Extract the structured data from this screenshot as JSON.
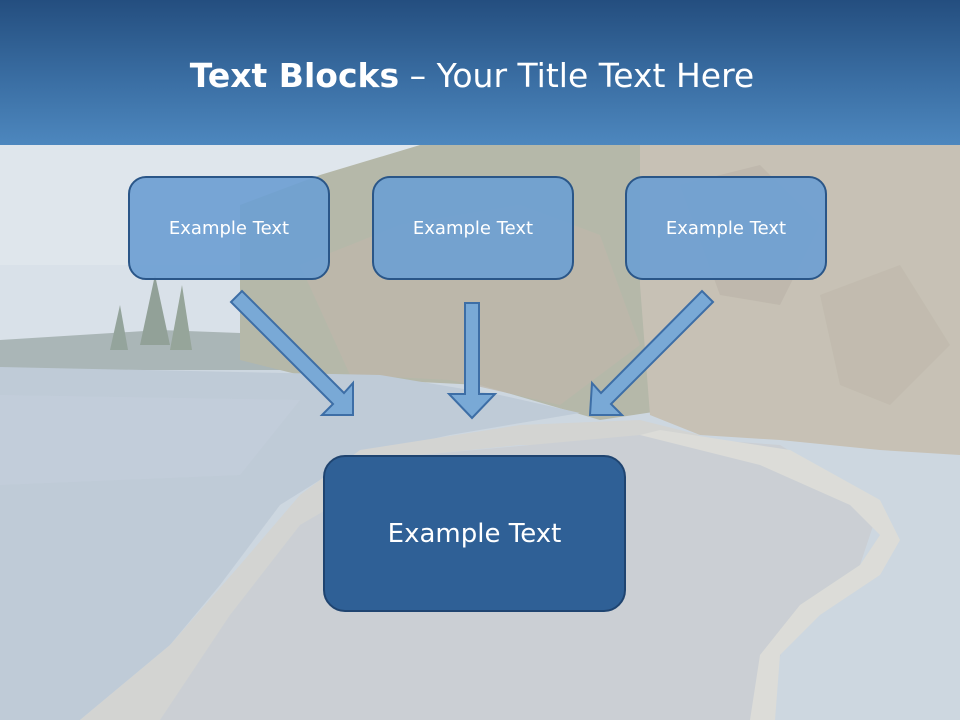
{
  "slide": {
    "title_bold": "Text Blocks",
    "title_dash": "–",
    "title_rest": "Your Title Text Here"
  },
  "boxes": {
    "top": [
      "Example Text",
      "Example Text",
      "Example Text"
    ],
    "main": "Example Text"
  },
  "colors": {
    "title_bar": "#3a6ea3",
    "box_fill": "#6ea0d2",
    "box_border": "#2a5688",
    "main_box_fill": "#2f6096",
    "arrow_fill": "#79a9d6"
  }
}
